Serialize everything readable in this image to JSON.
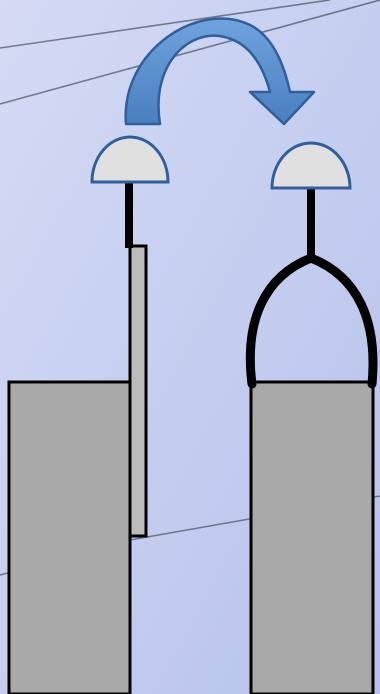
{
  "diagram": {
    "background": {
      "color_light": "#d5dbf4",
      "color_dark": "#b6c2ec",
      "line_color": "#2a2d38"
    },
    "arrow": {
      "color": "#4a7fc0",
      "highlight": "#6fa3dd",
      "outline": "#2f5f9c",
      "direction": "clockwise-over-top",
      "meaning": "move-from-left-to-right"
    },
    "left_assembly": {
      "block_color": "#a8a8a8",
      "plate_color": "#bcbcbc",
      "stroke_color": "#000000",
      "cap_fill": "#e0e0e0",
      "cap_stroke": "#2f5f9c",
      "stem": "straight"
    },
    "right_assembly": {
      "block_color": "#a8a8a8",
      "stroke_color": "#000000",
      "cap_fill": "#e0e0e0",
      "cap_stroke": "#2f5f9c",
      "stem": "arch"
    }
  }
}
